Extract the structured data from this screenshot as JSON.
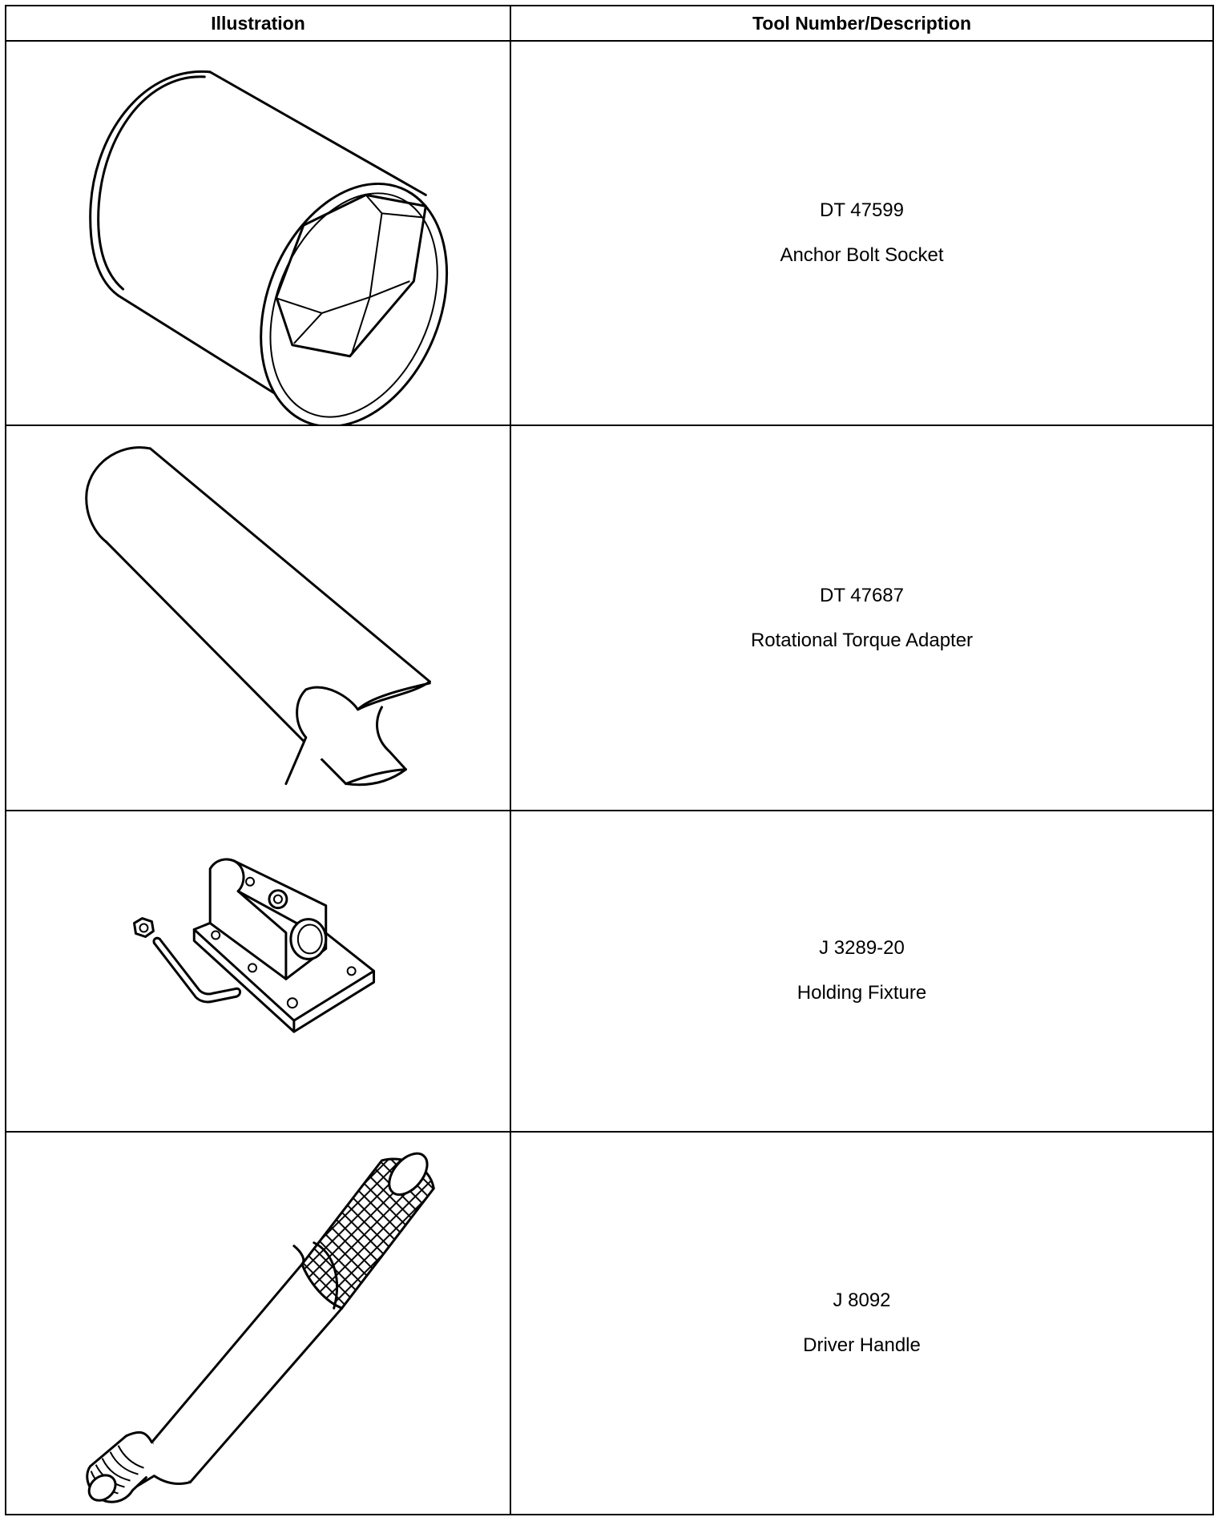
{
  "table": {
    "headers": {
      "illustration": "Illustration",
      "tool": "Tool Number/Description"
    },
    "rows": [
      {
        "tool_number": "DT 47599",
        "description": "Anchor Bolt Socket",
        "icon": "anchor-bolt-socket-icon"
      },
      {
        "tool_number": "DT 47687",
        "description": "Rotational Torque Adapter",
        "icon": "rotational-torque-adapter-icon"
      },
      {
        "tool_number": "J 3289-20",
        "description": "Holding Fixture",
        "icon": "holding-fixture-icon"
      },
      {
        "tool_number": "J 8092",
        "description": "Driver Handle",
        "icon": "driver-handle-icon"
      }
    ]
  }
}
